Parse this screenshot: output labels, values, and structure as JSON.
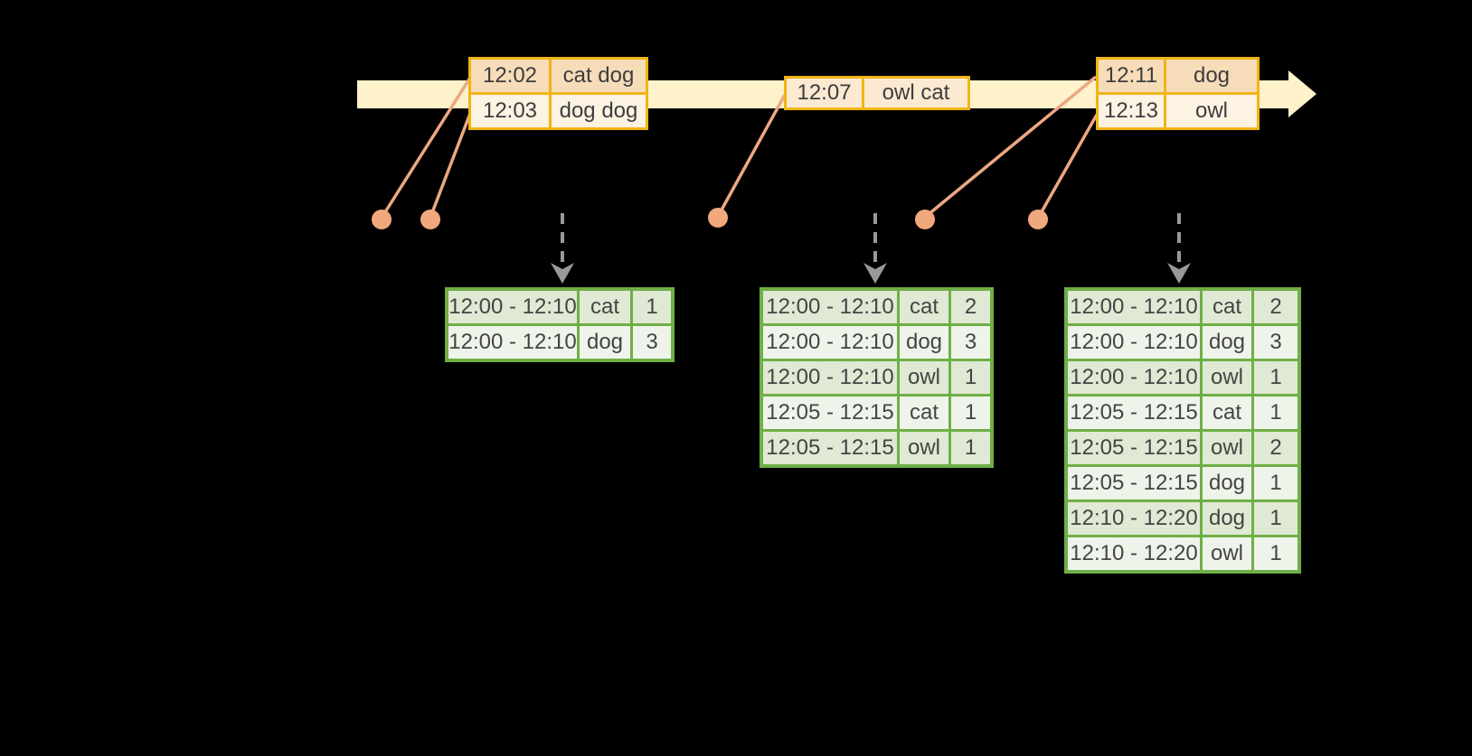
{
  "diagram": {
    "name": "windowed-grouped-aggregation-streaming-diagram",
    "colors": {
      "background": "#000000",
      "timeline_fill": "#fdf2ca",
      "event_table_border": "#f0b513",
      "event_row_dark": "#f7dcba",
      "event_row_light": "#fdf3e3",
      "event_row_single": "#fbe9d2",
      "connector_line": "#eba882",
      "event_dot": "#f2a87d",
      "trigger_arrow": "#999999",
      "result_table_border": "#6faf46",
      "result_row_dark": "#dfe9d3",
      "result_row_light": "#eff4eb",
      "text": "#3d3d3d"
    }
  },
  "event_tables": [
    {
      "rows": [
        {
          "time": "12:02",
          "words": "cat dog"
        },
        {
          "time": "12:03",
          "words": "dog dog"
        }
      ]
    },
    {
      "rows": [
        {
          "time": "12:07",
          "words": "owl cat"
        }
      ]
    },
    {
      "rows": [
        {
          "time": "12:11",
          "words": "dog"
        },
        {
          "time": "12:13",
          "words": "owl"
        }
      ]
    }
  ],
  "result_tables": [
    {
      "rows": [
        {
          "window": "12:00 - 12:10",
          "word": "cat",
          "count": "1"
        },
        {
          "window": "12:00 - 12:10",
          "word": "dog",
          "count": "3"
        }
      ]
    },
    {
      "rows": [
        {
          "window": "12:00 - 12:10",
          "word": "cat",
          "count": "2"
        },
        {
          "window": "12:00 - 12:10",
          "word": "dog",
          "count": "3"
        },
        {
          "window": "12:00 - 12:10",
          "word": "owl",
          "count": "1"
        },
        {
          "window": "12:05 - 12:15",
          "word": "cat",
          "count": "1"
        },
        {
          "window": "12:05 - 12:15",
          "word": "owl",
          "count": "1"
        }
      ]
    },
    {
      "rows": [
        {
          "window": "12:00 - 12:10",
          "word": "cat",
          "count": "2"
        },
        {
          "window": "12:00 - 12:10",
          "word": "dog",
          "count": "3"
        },
        {
          "window": "12:00 - 12:10",
          "word": "owl",
          "count": "1"
        },
        {
          "window": "12:05 - 12:15",
          "word": "cat",
          "count": "1"
        },
        {
          "window": "12:05 - 12:15",
          "word": "owl",
          "count": "2"
        },
        {
          "window": "12:05 - 12:15",
          "word": "dog",
          "count": "1"
        },
        {
          "window": "12:10 - 12:20",
          "word": "dog",
          "count": "1"
        },
        {
          "window": "12:10 - 12:20",
          "word": "owl",
          "count": "1"
        }
      ]
    }
  ]
}
